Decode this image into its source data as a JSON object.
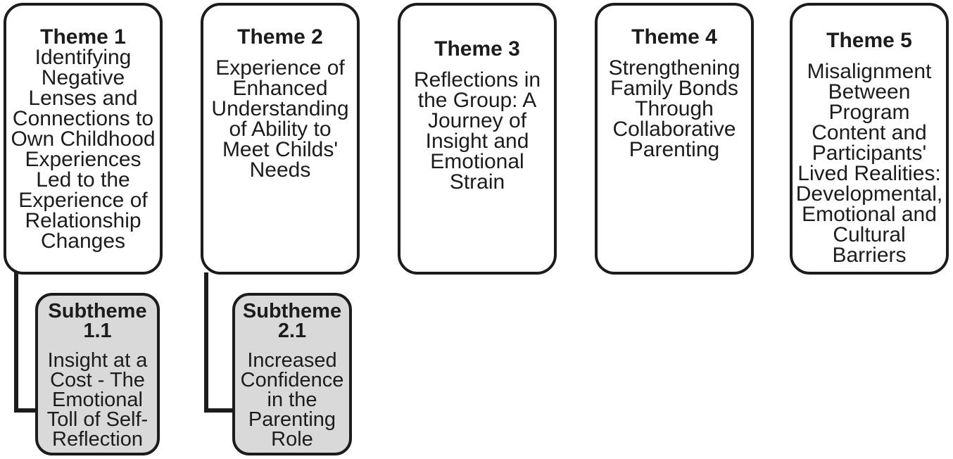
{
  "figure": {
    "type": "thematic-map-diagram",
    "colors": {
      "background": "#ffffff",
      "line": "#1c1c1c",
      "theme_fill": "#ffffff",
      "subtheme_fill": "#d9d9d9"
    },
    "themes": [
      {
        "title": "Theme 1",
        "body": "Identifying\nNegative\nLenses and\nConnections to\nOwn Childhood\nExperiences\nLed to the\nExperience of\nRelationship\nChanges"
      },
      {
        "title": "Theme 2",
        "body": "Experience of\nEnhanced\nUnderstanding\nof Ability to\nMeet Childs'\nNeeds"
      },
      {
        "title": "Theme 3",
        "body": "Reflections in\nthe Group: A\nJourney of\nInsight and\nEmotional\nStrain"
      },
      {
        "title": "Theme 4",
        "body": "Strengthening\nFamily Bonds\nThrough\nCollaborative\nParenting"
      },
      {
        "title": "Theme 5",
        "body": "Misalignment\nBetween\nProgram\nContent and\nParticipants'\nLived Realities:\nDevelopmental,\nEmotional and\nCultural Barriers"
      }
    ],
    "subthemes": [
      {
        "title": "Subtheme\n1.1",
        "body": "Insight at a\nCost - The\nEmotional\nToll of Self-\nReflection",
        "connects_to": "Theme 1"
      },
      {
        "title": "Subtheme\n2.1",
        "body": "Increased\nConfidence\nin the\nParenting\nRole",
        "connects_to": "Theme 2"
      }
    ]
  }
}
